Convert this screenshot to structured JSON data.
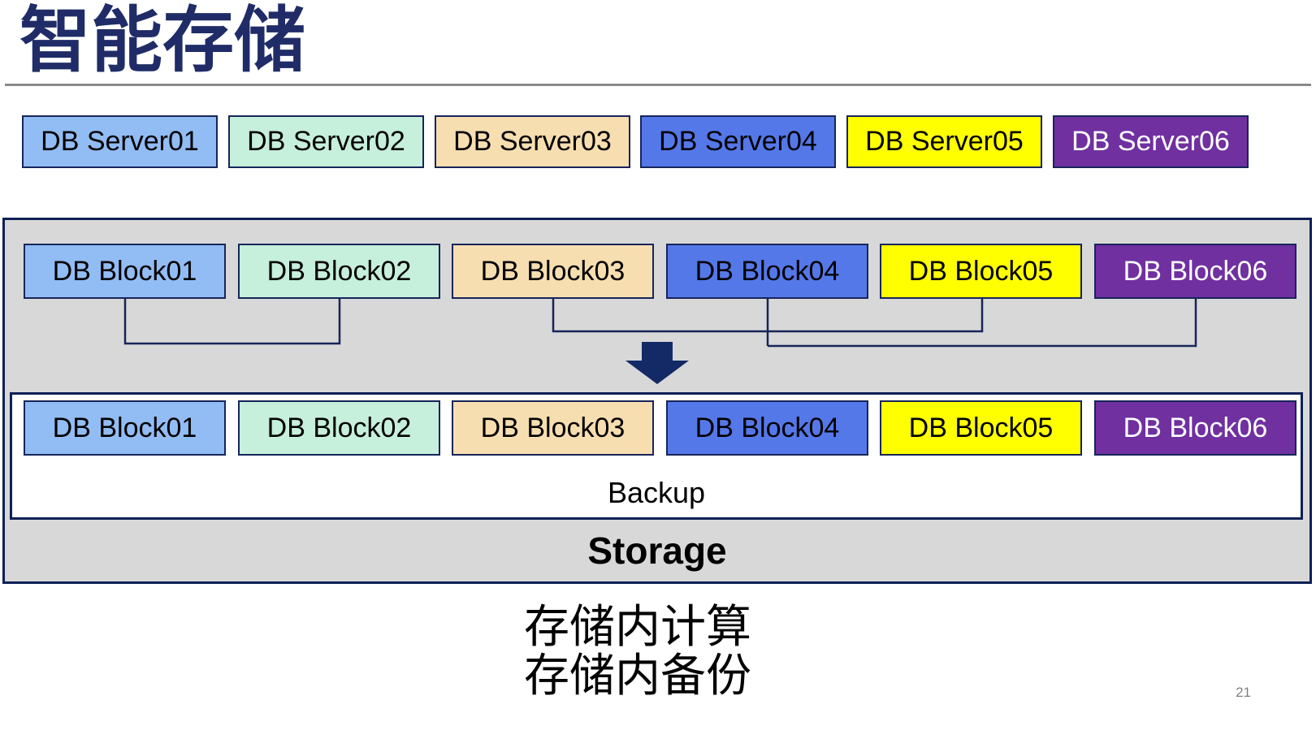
{
  "title": "智能存储",
  "page_number": "21",
  "palette": [
    {
      "bg": "#92BCF4",
      "text": "#000000"
    },
    {
      "bg": "#C6EFDC",
      "text": "#000000"
    },
    {
      "bg": "#F7DEB0",
      "text": "#000000"
    },
    {
      "bg": "#5578E8",
      "text": "#000000"
    },
    {
      "bg": "#FFFF00",
      "text": "#000000"
    },
    {
      "bg": "#7030A0",
      "text": "#FFFFFF"
    }
  ],
  "servers": [
    "DB Server01",
    "DB Server02",
    "DB Server03",
    "DB Server04",
    "DB Server05",
    "DB Server06"
  ],
  "storage_box": {
    "label": "Storage",
    "source_blocks": [
      "DB Block01",
      "DB Block02",
      "DB Block03",
      "DB Block04",
      "DB Block05",
      "DB Block06"
    ],
    "backup_box": {
      "label": "Backup",
      "blocks": [
        "DB Block01",
        "DB Block02",
        "DB Block03",
        "DB Block04",
        "DB Block05",
        "DB Block06"
      ]
    }
  },
  "captions": [
    "存储内计算",
    "存储内备份"
  ],
  "colors": {
    "title_color": "#1F2C67",
    "box_border": "#17255A",
    "container_border": "#0E2057",
    "container_fill": "#D8D8D8",
    "arrow_color": "#132A66",
    "rule_color": "#8A8A8A",
    "page_number_color": "#7F7F7F"
  }
}
